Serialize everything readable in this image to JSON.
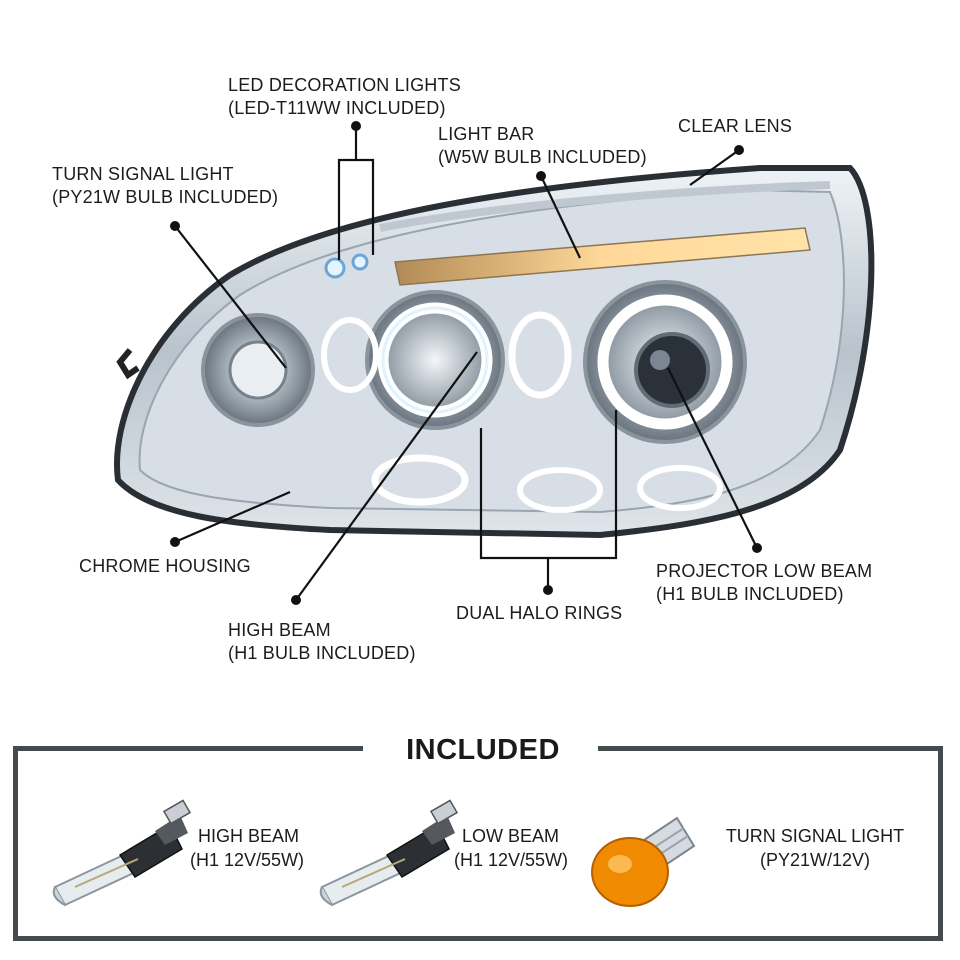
{
  "callouts": {
    "led_decoration": [
      "LED DECORATION LIGHTS",
      "(LED-T11WW INCLUDED)"
    ],
    "light_bar": [
      "LIGHT BAR",
      "(W5W BULB INCLUDED)"
    ],
    "clear_lens": [
      "CLEAR LENS"
    ],
    "turn_signal": [
      "TURN SIGNAL LIGHT",
      "(PY21W BULB INCLUDED)"
    ],
    "chrome_housing": [
      "CHROME HOUSING"
    ],
    "high_beam": [
      "HIGH BEAM",
      "(H1 BULB INCLUDED)"
    ],
    "dual_halo": [
      "DUAL HALO RINGS"
    ],
    "projector_low": [
      "PROJECTOR LOW BEAM",
      "(H1 BULB INCLUDED)"
    ]
  },
  "included": {
    "title": "INCLUDED",
    "items": [
      {
        "icon": "h1-bulb-icon",
        "lines": [
          "HIGH BEAM",
          "(H1 12V/55W)"
        ]
      },
      {
        "icon": "h1-bulb-icon",
        "lines": [
          "LOW BEAM",
          "(H1 12V/55W)"
        ]
      },
      {
        "icon": "amber-bulb-icon",
        "lines": [
          "TURN SIGNAL LIGHT",
          "(PY21W/12V)"
        ]
      }
    ]
  },
  "colors": {
    "frame": "#444b4f",
    "halo": "#ffffff",
    "light_bar": "#ffcf7a",
    "amber_bulb": "#f08a00",
    "chrome": "#c9d2da"
  }
}
